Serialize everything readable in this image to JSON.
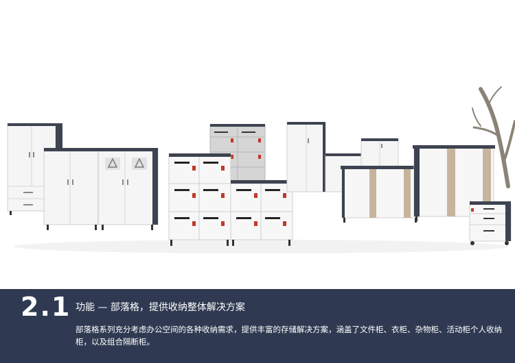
{
  "section": {
    "number": "2.1",
    "title": "功能 — 部落格，提供收纳整体解决方案",
    "body": "部落格系列充分考虑办公空间的各种收纳需求，提供丰富的存储解决方案，涵盖了文件柜、衣柜、杂物柜、活动柜个人收纳柜，以及组合隔断柜。"
  },
  "colors": {
    "band": "#2f3a52",
    "cabinet_body": "#f4f4f4",
    "cabinet_dark": "#3d4350",
    "wood_strip": "#c8b49c",
    "lock_red": "#c0392b"
  }
}
